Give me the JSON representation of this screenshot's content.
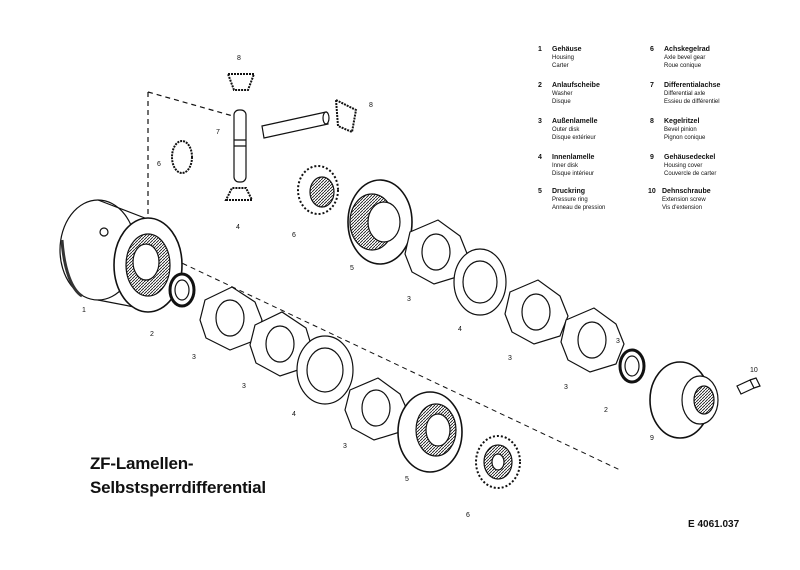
{
  "title_line1": "ZF-Lamellen-",
  "title_line2": "Selbstsperrdifferential",
  "drawing_code": "E 4061.037",
  "legend": [
    {
      "num": "1",
      "de": "Gehäuse",
      "en": "Housing",
      "fr": "Carter"
    },
    {
      "num": "2",
      "de": "Anlaufscheibe",
      "en": "Washer",
      "fr": "Disque"
    },
    {
      "num": "3",
      "de": "Außenlamelle",
      "en": "Outer disk",
      "fr": "Disque extérieur"
    },
    {
      "num": "4",
      "de": "Innenlamelle",
      "en": "Inner disk",
      "fr": "Disque intérieur"
    },
    {
      "num": "5",
      "de": "Druckring",
      "en": "Pressure ring",
      "fr": "Anneau de pression"
    },
    {
      "num": "6",
      "de": "Achskegelrad",
      "en": "Axle bevel gear",
      "fr": "Roue conique"
    },
    {
      "num": "7",
      "de": "Differentialachse",
      "en": "Differential axle",
      "fr": "Essieu de différentiel"
    },
    {
      "num": "8",
      "de": "Kegelritzel",
      "en": "Bevel pinion",
      "fr": "Pignon conique"
    },
    {
      "num": "9",
      "de": "Gehäusedeckel",
      "en": "Housing cover",
      "fr": "Couvercle de carter"
    },
    {
      "num": "10",
      "de": "Dehnschraube",
      "en": "Extension screw",
      "fr": "Vis d'extension"
    }
  ],
  "callouts": [
    "1",
    "2",
    "3",
    "3",
    "4",
    "3",
    "5",
    "6",
    "6",
    "7",
    "8",
    "8",
    "6",
    "5",
    "3",
    "4",
    "3",
    "4",
    "3",
    "3",
    "2",
    "9",
    "10"
  ]
}
